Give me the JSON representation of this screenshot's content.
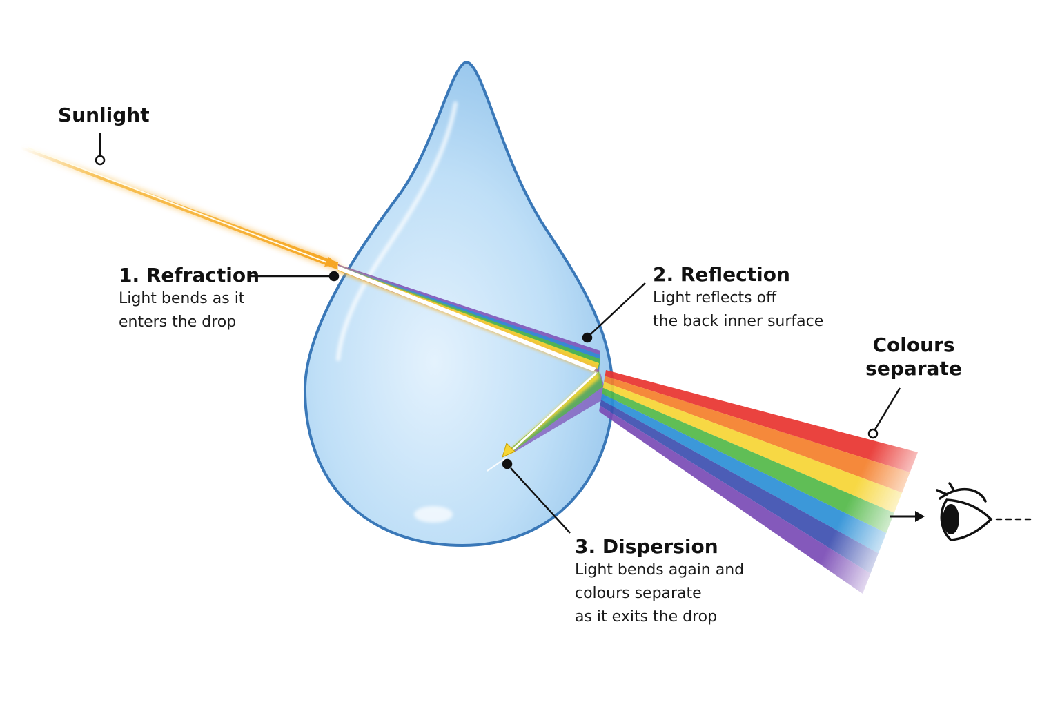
{
  "labels": {
    "sunlight": "Sunlight",
    "refraction": {
      "title": "1. Refraction",
      "lines": [
        "Light bends as it",
        "enters the drop"
      ]
    },
    "reflection": {
      "title": "2. Reflection",
      "lines": [
        "Light reflects off",
        "the back inner surface"
      ]
    },
    "dispersion": {
      "title": "3. Dispersion",
      "lines": [
        "Light bends again and",
        "colours separate",
        "as it exits the drop"
      ]
    },
    "colours": {
      "lines": [
        "Colours",
        "separate"
      ]
    }
  },
  "icons": {
    "eye": "eye-icon",
    "arrow": "arrow-right-icon"
  },
  "colors": {
    "drop_fill": "#b9dcf6",
    "drop_edge": "#3a78b8",
    "sunlight": "#f6b73c",
    "spectrum": [
      "#e8332f",
      "#f47f2a",
      "#f6d534",
      "#52b848",
      "#2b8fd6",
      "#3d4fb0",
      "#7a4bb5"
    ]
  }
}
